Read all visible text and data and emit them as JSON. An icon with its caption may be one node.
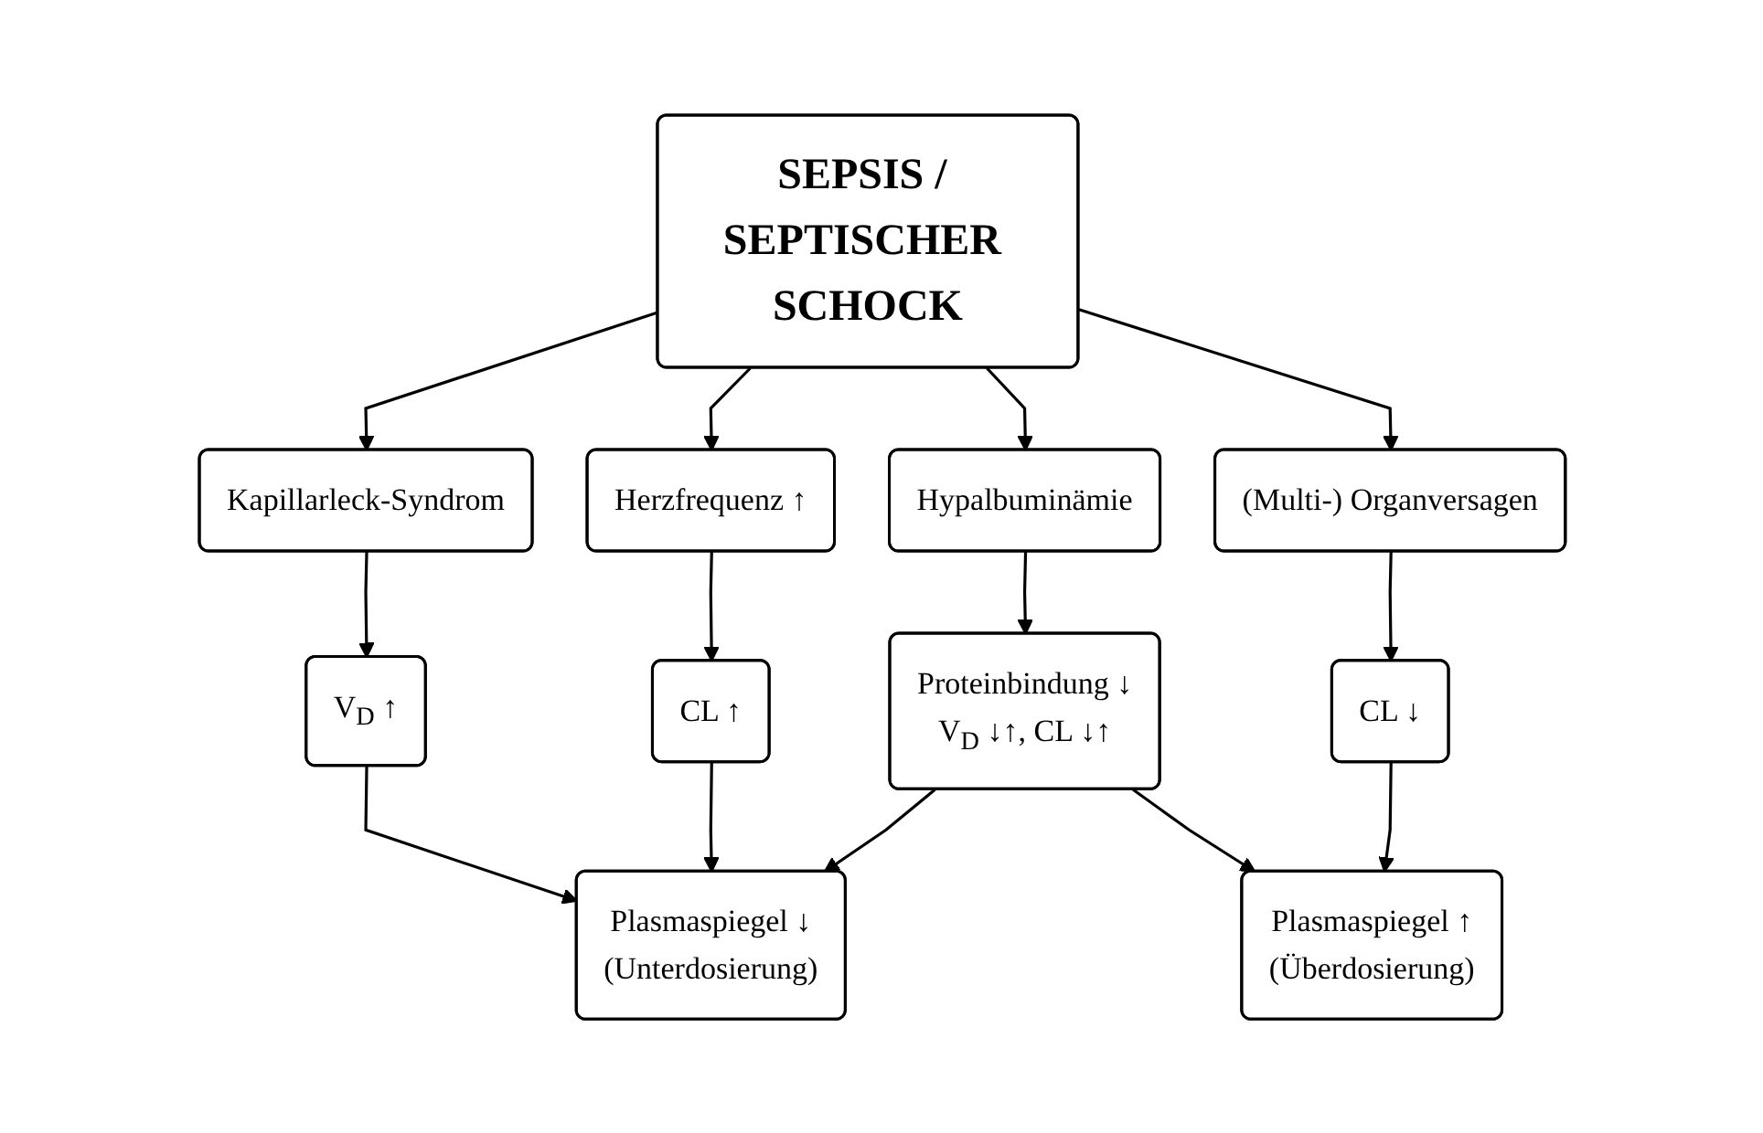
{
  "diagram": {
    "nodes": [
      {
        "text": [
          "SEPSIS / SEPTISCHER SCHOCK"
        ]
      },
      {
        "text": [
          "Kapillarleck-Syndrom"
        ]
      },
      {
        "text": [
          "Herzfrequenz ↑"
        ]
      },
      {
        "text": [
          "Hypalbuminämie"
        ]
      },
      {
        "text": [
          "(Multi-) Organversagen"
        ]
      },
      {
        "text": [
          "V$_{D}$ ↑"
        ]
      },
      {
        "text": [
          "CL ↑"
        ]
      },
      {
        "text": [
          "Proteinbindung ↓",
          "V$_{D}$ ↓↑,  CL ↓↑"
        ]
      },
      {
        "text": [
          "CL ↓"
        ]
      },
      {
        "text": [
          "Plasmaspiegel ↓",
          "(Unterdosierung)"
        ]
      },
      {
        "text": [
          "Plasmaspiegel  ↑",
          "(Überdosierung)"
        ]
      }
    ],
    "edges": [
      {
        "from": 0,
        "to": 1,
        "arrow": "to"
      },
      {
        "from": 0,
        "to": 2,
        "arrow": "to"
      },
      {
        "from": 0,
        "to": 3,
        "arrow": "to"
      },
      {
        "from": 0,
        "to": 4,
        "arrow": "to"
      },
      {
        "from": 1,
        "to": 5,
        "arrow": "to"
      },
      {
        "from": 2,
        "to": 6,
        "arrow": "to"
      },
      {
        "from": 3,
        "to": 7,
        "arrow": "to"
      },
      {
        "from": 4,
        "to": 8,
        "arrow": "to"
      },
      {
        "from": 5,
        "to": 9,
        "arrow": "to"
      },
      {
        "from": 6,
        "to": 9,
        "arrow": "to"
      },
      {
        "from": 7,
        "to": 9,
        "arrow": "to"
      },
      {
        "from": 7,
        "to": 10,
        "arrow": "to"
      },
      {
        "from": 8,
        "to": 10,
        "arrow": "to"
      }
    ]
  }
}
